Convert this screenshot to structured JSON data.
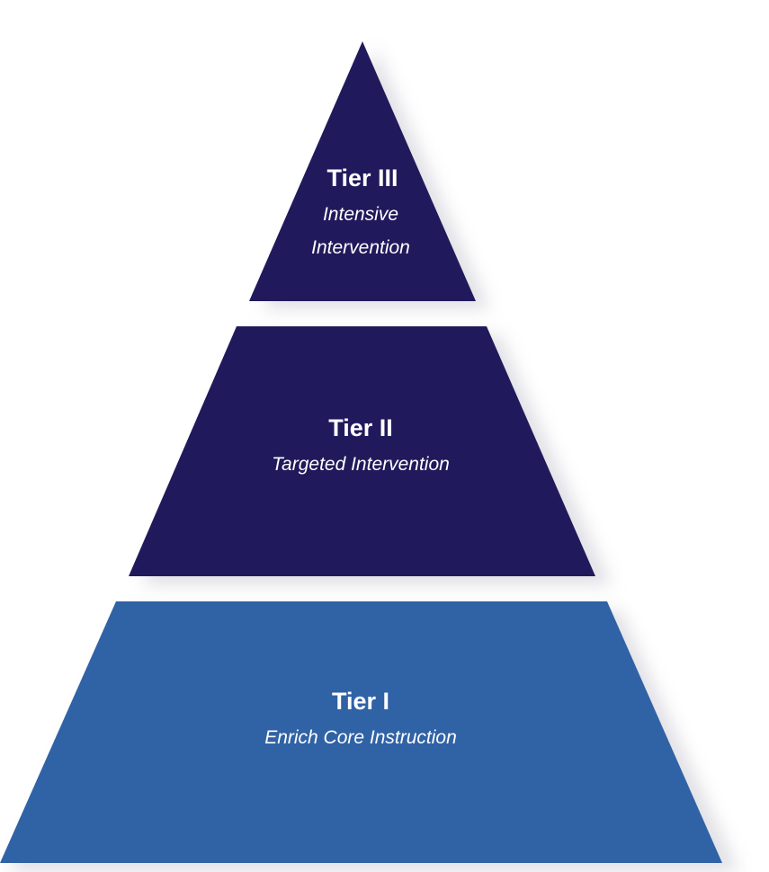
{
  "colors": {
    "upper_tiers": "#201a5c",
    "base_tier": "#3062a6",
    "text": "#ffffff",
    "shadow": "#d9d9df"
  },
  "pyramid": {
    "tiers": [
      {
        "title": "Tier III",
        "subtitle_line1": "Intensive",
        "subtitle_line2": "Intervention"
      },
      {
        "title": "Tier II",
        "subtitle": "Targeted Intervention"
      },
      {
        "title": "Tier I",
        "subtitle": "Enrich Core Instruction"
      }
    ]
  }
}
